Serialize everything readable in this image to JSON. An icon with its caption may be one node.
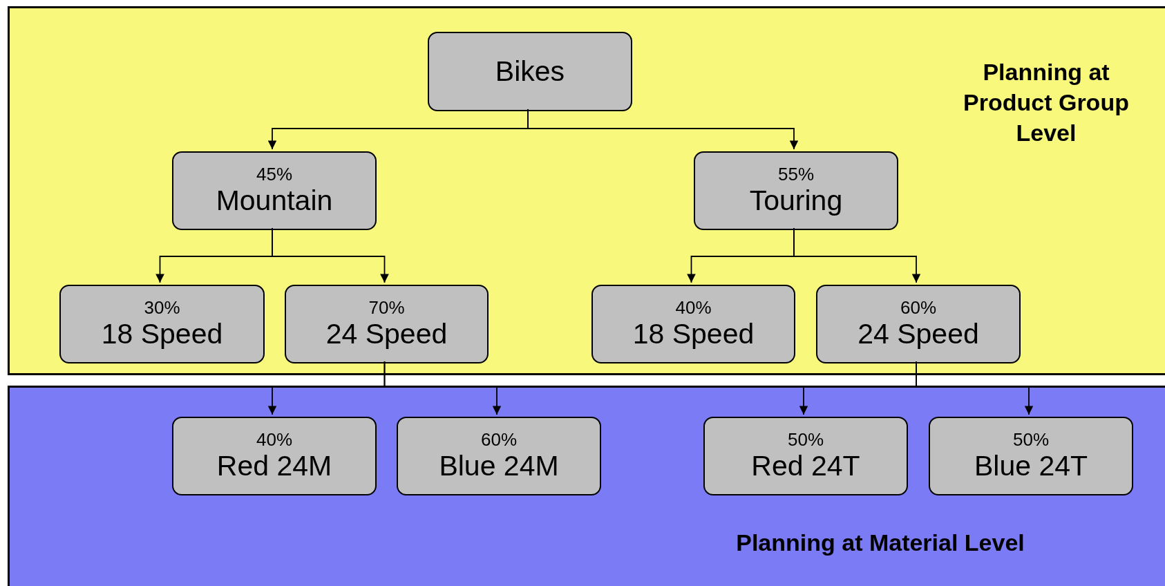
{
  "diagram": {
    "nodes": [
      {
        "text": [
          "Planning at Product Group Level"
        ]
      },
      {
        "text": [
          "Bikes"
        ],
        "in": 0
      },
      {
        "text": [
          "45%",
          "Mountain"
        ],
        "in": 0
      },
      {
        "text": [
          "55%",
          "Touring"
        ],
        "in": 0
      },
      {
        "text": [
          "30%",
          "18 Speed"
        ],
        "in": 0
      },
      {
        "text": [
          "70%",
          "24 Speed"
        ],
        "in": 0
      },
      {
        "text": [
          "40%",
          "18 Speed"
        ],
        "in": 0
      },
      {
        "text": [
          "60%",
          "24 Speed"
        ],
        "in": 0
      },
      {
        "text": [
          "Planning at Material Level"
        ]
      },
      {
        "text": [
          "40%",
          "Red 24M"
        ],
        "in": 8
      },
      {
        "text": [
          "60%",
          "Blue 24M"
        ],
        "in": 8
      },
      {
        "text": [
          "50%",
          "Red 24T"
        ],
        "in": 8
      },
      {
        "text": [
          "50%",
          "Blue 24T"
        ],
        "in": 8
      }
    ],
    "edges": [
      {
        "from": 1,
        "to": 2,
        "arrow": "to"
      },
      {
        "from": 1,
        "to": 3,
        "arrow": "to"
      },
      {
        "from": 2,
        "to": 4,
        "arrow": "to"
      },
      {
        "from": 2,
        "to": 5,
        "arrow": "to"
      },
      {
        "from": 3,
        "to": 6,
        "arrow": "to"
      },
      {
        "from": 3,
        "to": 7,
        "arrow": "to"
      },
      {
        "from": 5,
        "to": 9,
        "arrow": "to"
      },
      {
        "from": 5,
        "to": 10,
        "arrow": "to"
      },
      {
        "from": 7,
        "to": 11,
        "arrow": "to"
      },
      {
        "from": 7,
        "to": 12,
        "arrow": "to"
      }
    ]
  }
}
